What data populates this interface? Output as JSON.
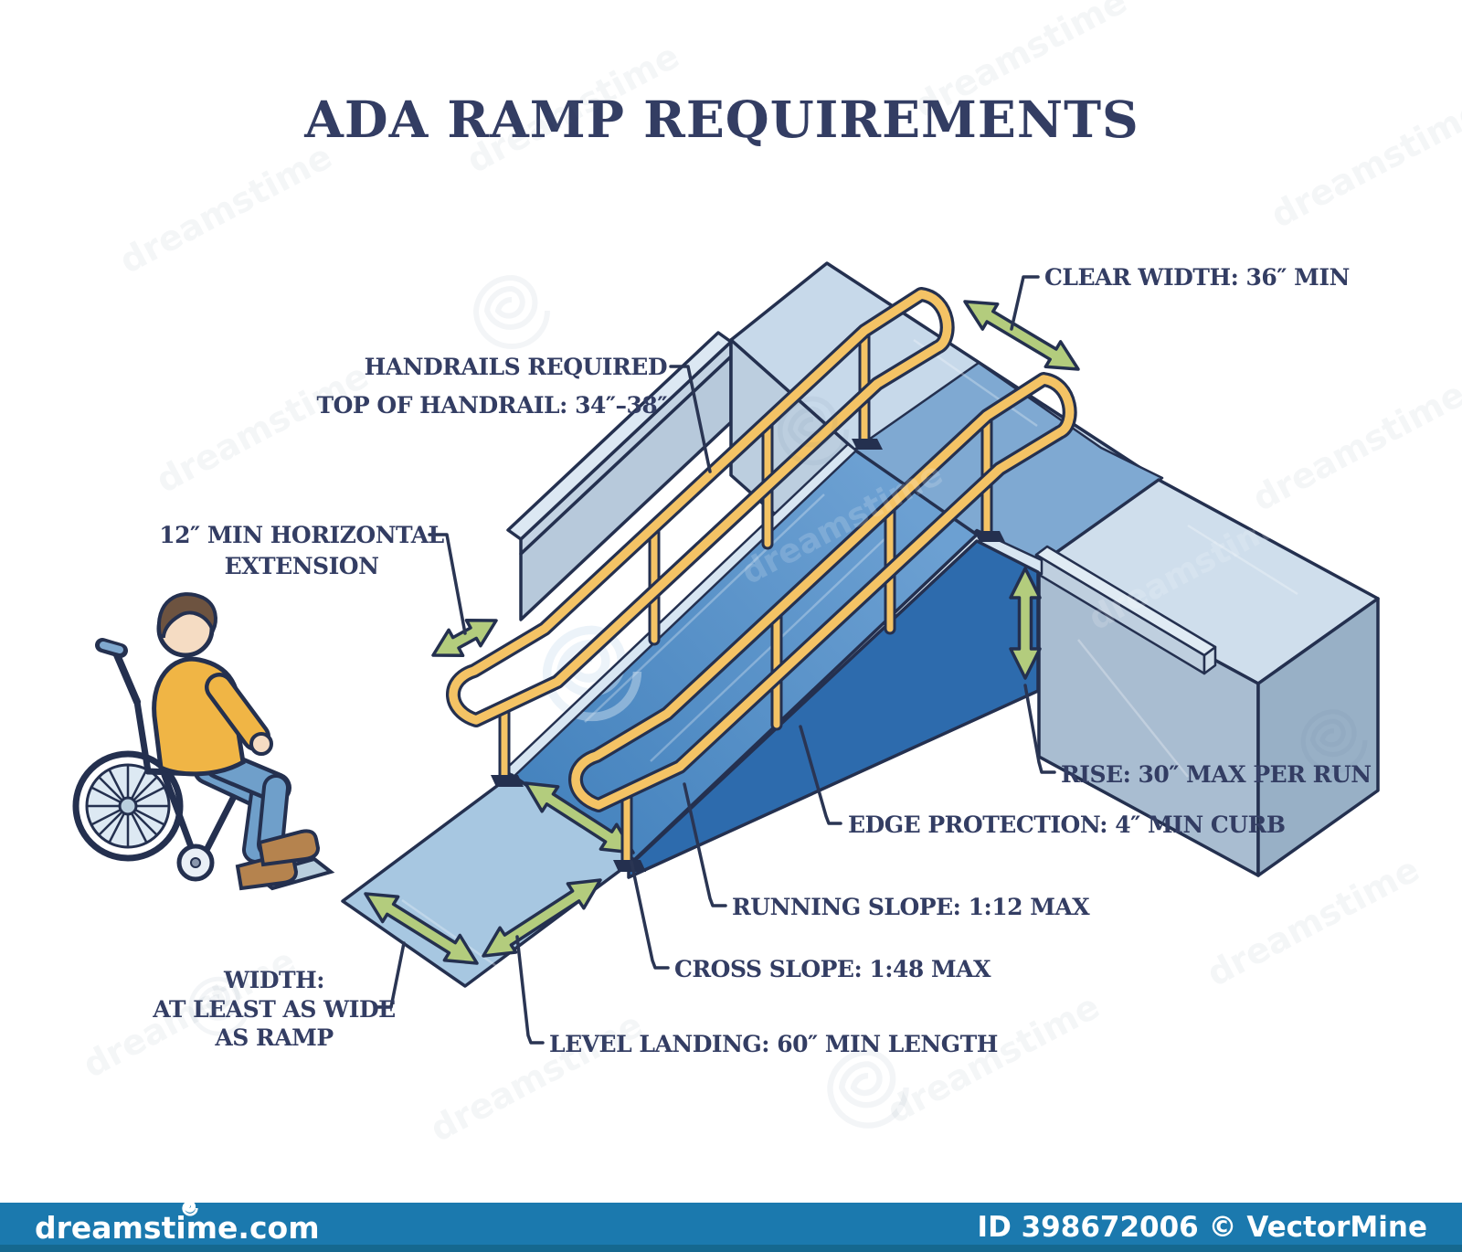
{
  "title": "ADA RAMP REQUIREMENTS",
  "labels": {
    "clear_width": "CLEAR WIDTH: 36″ MIN",
    "handrails_1": "HANDRAILS REQUIRED",
    "handrails_2": "TOP OF HANDRAIL: 34″–38″",
    "extension_1": "12″ MIN HORIZONTAL",
    "extension_2": "EXTENSION",
    "rise": "RISE: 30″ MAX PER RUN",
    "edge_protection": "EDGE PROTECTION: 4″ MIN CURB",
    "running_slope": "RUNNING SLOPE: 1:12 MAX",
    "cross_slope": "CROSS SLOPE: 1:48 MAX",
    "width_1": "WIDTH:",
    "width_2": "AT LEAST AS WIDE",
    "width_3": "AS RAMP",
    "level_landing": "LEVEL LANDING: 60″ MIN LENGTH"
  },
  "watermark": {
    "brand": "dreamstime",
    "site": "dreamstime.com",
    "credit": "ID 398672006 © VectorMine"
  },
  "colors": {
    "outline": "#24304F",
    "text": "#333D63",
    "ramp_top": "#6CA0D2",
    "ramp_bottom": "#4583BE",
    "ramp_side": "#2D6BAD",
    "bottom_landing": "#A7C7E1",
    "plaza": "#C7D9EA",
    "upper_landing_band": "#7FA9D2",
    "block_top": "#CFDEEC",
    "block_front": "#A9BDD1",
    "block_side": "#98B0C6",
    "curb": "#D8E6F2",
    "handrail": "#F4C365",
    "arrow_green": "#B3CC7D",
    "footer_bar": "#1B79AE",
    "sweater": "#F0B545",
    "jeans": "#6F9FCA",
    "shoes": "#B5834E",
    "skin": "#F5DCC3",
    "hair": "#6D5340"
  }
}
